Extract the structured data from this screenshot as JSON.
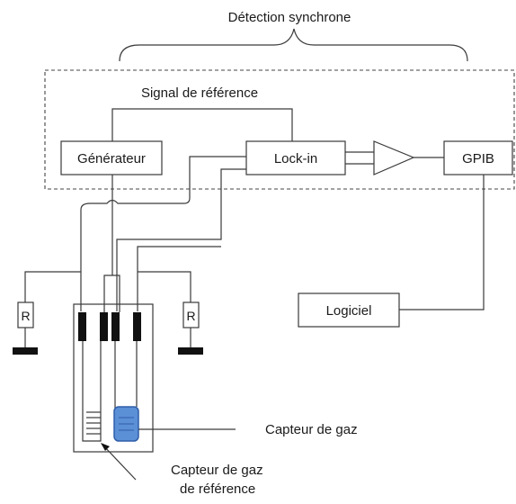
{
  "labels": {
    "sync_detection": "Détection synchrone",
    "reference_signal": "Signal de référence",
    "generator": "Générateur",
    "lockin": "Lock-in",
    "gpib": "GPIB",
    "software": "Logiciel",
    "resistor_left": "R",
    "resistor_right": "R",
    "gas_sensor": "Capteur de gaz",
    "ref_sensor_line1": "Capteur de gaz",
    "ref_sensor_line2": "de référence"
  },
  "colors": {
    "sensor_fill": "#5b8fd6",
    "sensor_stroke": "#2f5ea8",
    "electrode": "#111111",
    "line": "#3a3a3a"
  }
}
